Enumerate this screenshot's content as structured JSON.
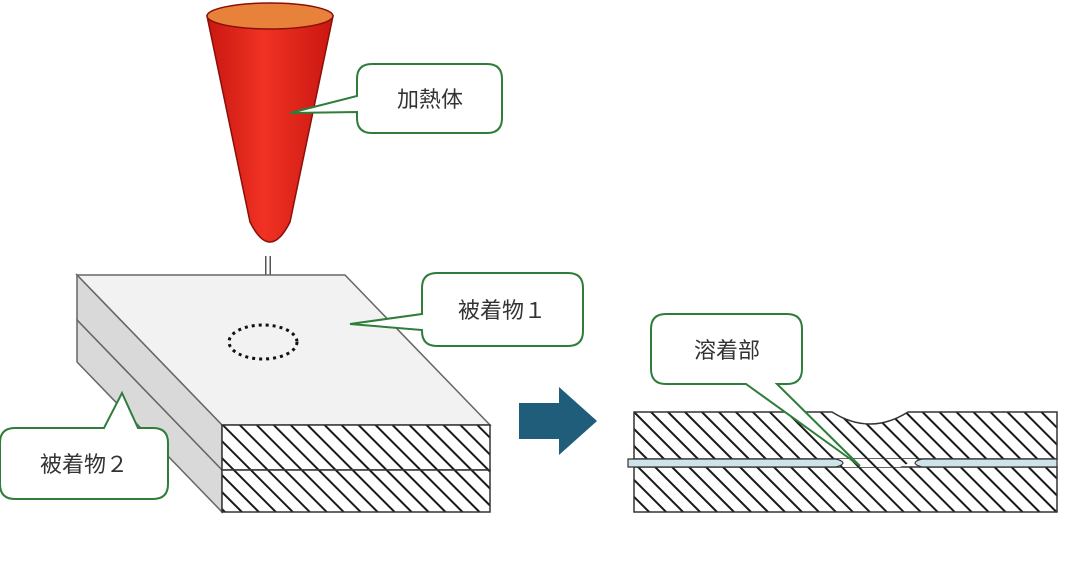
{
  "labels": {
    "heater": "加熱体",
    "workpiece1": "被着物１",
    "workpiece2": "被着物２",
    "weld_zone": "溶着部"
  },
  "icons": {
    "process_arrow": "right-arrow-icon",
    "press_arrow": "down-arrow-icon"
  },
  "colors": {
    "heater_body": "#e8261c",
    "heater_top": "#e8823a",
    "callout_border": "#2f7d3a",
    "process_arrow": "#1f5d7a",
    "hatch": "#1a1a1a",
    "interface_layer": "#cfe3ea"
  }
}
